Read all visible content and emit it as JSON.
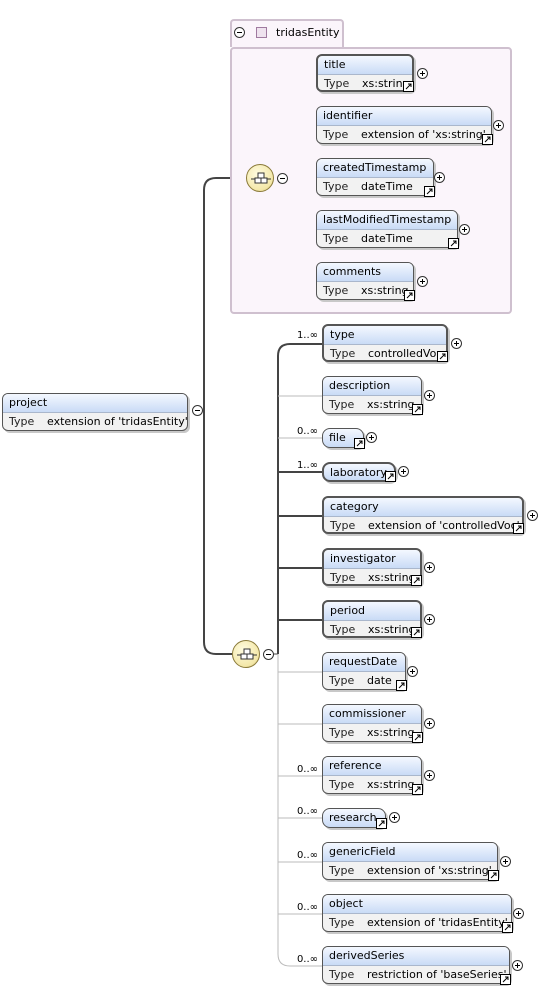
{
  "root": {
    "name": "project",
    "type_label": "Type",
    "type_value": "extension of 'tridasEntity'"
  },
  "group": {
    "title": "tridasEntity",
    "elements": [
      {
        "name": "title",
        "type_label": "Type",
        "type_value": "xs:string",
        "required": true
      },
      {
        "name": "identifier",
        "type_label": "Type",
        "type_value": "extension of 'xs:string'",
        "required": false
      },
      {
        "name": "createdTimestamp",
        "type_label": "Type",
        "type_value": "dateTime",
        "required": false
      },
      {
        "name": "lastModifiedTimestamp",
        "type_label": "Type",
        "type_value": "dateTime",
        "required": false
      },
      {
        "name": "comments",
        "type_label": "Type",
        "type_value": "xs:string",
        "required": false
      }
    ]
  },
  "sequence": {
    "elements": [
      {
        "name": "type",
        "type_label": "Type",
        "type_value": "controlledVoc",
        "cardinality": "1..∞",
        "required": true
      },
      {
        "name": "description",
        "type_label": "Type",
        "type_value": "xs:string",
        "cardinality": "",
        "required": false
      },
      {
        "name": "file",
        "type_label": "",
        "type_value": "",
        "cardinality": "0..∞",
        "required": false
      },
      {
        "name": "laboratory",
        "type_label": "",
        "type_value": "",
        "cardinality": "1..∞",
        "required": true
      },
      {
        "name": "category",
        "type_label": "Type",
        "type_value": "extension of 'controlledVoc'",
        "cardinality": "",
        "required": true
      },
      {
        "name": "investigator",
        "type_label": "Type",
        "type_value": "xs:string",
        "cardinality": "",
        "required": true
      },
      {
        "name": "period",
        "type_label": "Type",
        "type_value": "xs:string",
        "cardinality": "",
        "required": true
      },
      {
        "name": "requestDate",
        "type_label": "Type",
        "type_value": "date",
        "cardinality": "",
        "required": false
      },
      {
        "name": "commissioner",
        "type_label": "Type",
        "type_value": "xs:string",
        "cardinality": "",
        "required": false
      },
      {
        "name": "reference",
        "type_label": "Type",
        "type_value": "xs:string",
        "cardinality": "0..∞",
        "required": false
      },
      {
        "name": "research",
        "type_label": "",
        "type_value": "",
        "cardinality": "0..∞",
        "required": false
      },
      {
        "name": "genericField",
        "type_label": "Type",
        "type_value": "extension of 'xs:string'",
        "cardinality": "0..∞",
        "required": false
      },
      {
        "name": "object",
        "type_label": "Type",
        "type_value": "extension of 'tridasEntity'",
        "cardinality": "0..∞",
        "required": false
      },
      {
        "name": "derivedSeries",
        "type_label": "Type",
        "type_value": "restriction of 'baseSeries'",
        "cardinality": "0..∞",
        "required": false
      }
    ]
  }
}
